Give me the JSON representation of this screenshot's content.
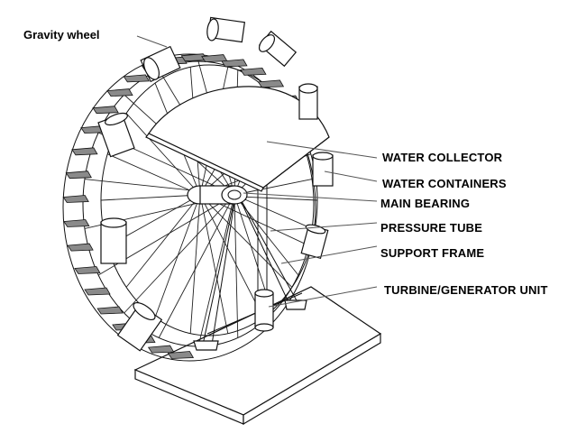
{
  "diagram": {
    "title": "Gravity wheel",
    "labels": {
      "water_collector": "WATER COLLECTOR",
      "water_containers": "WATER CONTAINERS",
      "main_bearing": "MAIN BEARING",
      "pressure_tube": "PRESSURE TUBE",
      "support_frame": "SUPPORT FRAME",
      "turbine_generator": "TURBINE/GENERATOR UNIT"
    }
  }
}
